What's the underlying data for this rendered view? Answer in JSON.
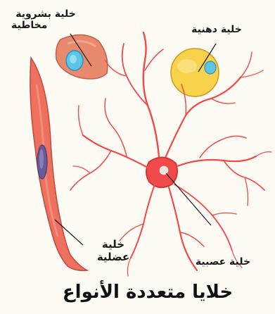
{
  "labels": {
    "epithelial": {
      "line1": "خلية بشروية",
      "line2": "مخاطية"
    },
    "fat": "خلية دهنية",
    "muscle": {
      "line1": "خلية",
      "line2": "عضلية"
    },
    "nerve": "خلية عصبية"
  },
  "title": "خلايا متعددة الأنواع",
  "colors": {
    "background": "#fdfbf4",
    "nerve_cell": "#f04a4a",
    "muscle_cell": "#ee7160",
    "epithelial_cell": "#e98a6f",
    "fat_cell": "#f7d24a",
    "nucleus_blue": "#5bc6e8",
    "muscle_nucleus": "#6a5a9a"
  }
}
